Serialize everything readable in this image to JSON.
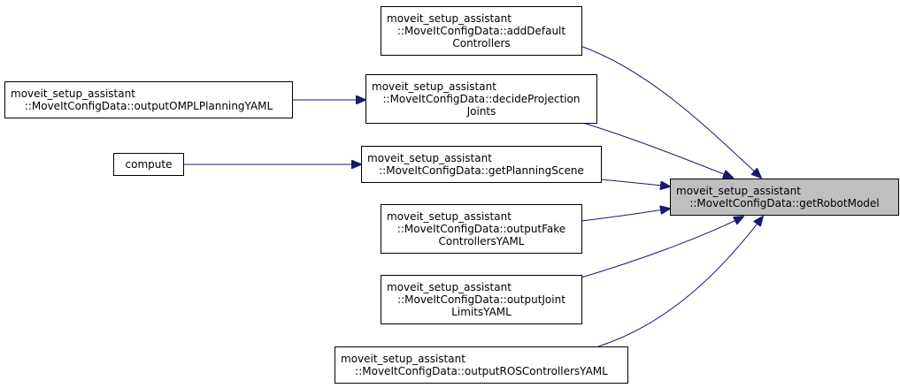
{
  "graph": {
    "edge_color": "#191970",
    "root": {
      "id": "root",
      "lines": [
        "moveit_setup_assistant",
        "::MoveItConfigData::getRobotModel"
      ]
    },
    "nodes": [
      {
        "id": "addDefaultControllers",
        "lines": [
          "moveit_setup_assistant",
          "::MoveItConfigData::addDefault",
          "Controllers"
        ]
      },
      {
        "id": "decideProjectionJoints",
        "lines": [
          "moveit_setup_assistant",
          "::MoveItConfigData::decideProjection",
          "Joints"
        ]
      },
      {
        "id": "getPlanningScene",
        "lines": [
          "moveit_setup_assistant",
          "::MoveItConfigData::getPlanningScene"
        ]
      },
      {
        "id": "outputFakeControllersYAML",
        "lines": [
          "moveit_setup_assistant",
          "::MoveItConfigData::outputFake",
          "ControllersYAML"
        ]
      },
      {
        "id": "outputJointLimitsYAML",
        "lines": [
          "moveit_setup_assistant",
          "::MoveItConfigData::outputJoint",
          "LimitsYAML"
        ]
      },
      {
        "id": "outputROSControllersYAML",
        "lines": [
          "moveit_setup_assistant",
          "::MoveItConfigData::outputROSControllersYAML"
        ]
      },
      {
        "id": "outputOMPLPlanningYAML",
        "lines": [
          "moveit_setup_assistant",
          "::MoveItConfigData::outputOMPLPlanningYAML"
        ]
      },
      {
        "id": "compute",
        "lines": [
          "compute"
        ]
      }
    ],
    "edges": [
      {
        "from": "addDefaultControllers",
        "to": "root"
      },
      {
        "from": "decideProjectionJoints",
        "to": "root"
      },
      {
        "from": "getPlanningScene",
        "to": "root"
      },
      {
        "from": "outputFakeControllersYAML",
        "to": "root"
      },
      {
        "from": "outputJointLimitsYAML",
        "to": "root"
      },
      {
        "from": "outputROSControllersYAML",
        "to": "root"
      },
      {
        "from": "outputOMPLPlanningYAML",
        "to": "decideProjectionJoints"
      },
      {
        "from": "compute",
        "to": "getPlanningScene"
      }
    ]
  }
}
